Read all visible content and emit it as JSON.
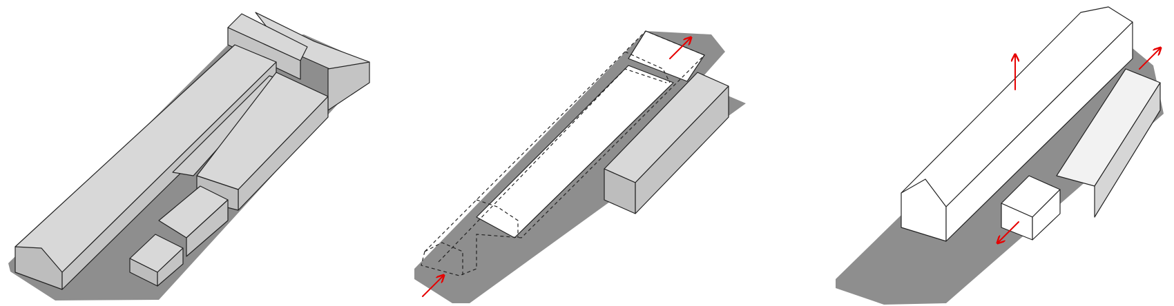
{
  "diagram": {
    "kind": "massing-sequence",
    "panels": [
      {
        "id": "existing",
        "description_shown": ""
      },
      {
        "id": "demolition",
        "description_shown": ""
      },
      {
        "id": "proposed",
        "description_shown": ""
      }
    ]
  },
  "colors": {
    "shadow": "#8e8e8e",
    "roof": "#d8d8d8",
    "wall_dark": "#c4c4c4",
    "wall_mid": "#bdbdbd",
    "stroke": "#222222",
    "new_volume": "#ffffff",
    "arrow": "#e60000"
  },
  "icons": {
    "movement_arrow": "arrow-icon"
  }
}
